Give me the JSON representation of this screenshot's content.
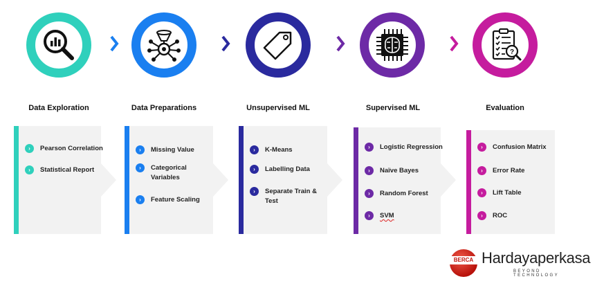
{
  "colors": {
    "teal": "#2fd0bc",
    "blue": "#1a7ff0",
    "navy": "#2a2a9e",
    "purple": "#6d2aa6",
    "magenta": "#c51c9e",
    "card_bg": "#f2f2f2"
  },
  "stages": [
    {
      "title": "Data Exploration",
      "icon": "magnifier-chart-icon",
      "color": "#2fd0bc",
      "items": [
        "Pearson Correlation",
        "Statistical Report"
      ]
    },
    {
      "title": "Data Preparations",
      "icon": "funnel-gear-icon",
      "color": "#1a7ff0",
      "items": [
        "Missing Value",
        "Categorical Variables",
        "Feature Scaling"
      ]
    },
    {
      "title": "Unsupervised ML",
      "icon": "tag-icon",
      "color": "#2a2a9e",
      "items": [
        "K-Means",
        "Labelling Data",
        "Separate Train & Test"
      ]
    },
    {
      "title": "Supervised ML",
      "icon": "chip-brain-icon",
      "color": "#6d2aa6",
      "items": [
        "Logistic Regression",
        "Naïve Bayes",
        "Random Forest",
        "SVM"
      ]
    },
    {
      "title": "Evaluation",
      "icon": "clipboard-check-icon",
      "color": "#c51c9e",
      "items": [
        "Confusion Matrix",
        "Error Rate",
        "Lift Table",
        "ROC"
      ]
    }
  ],
  "bullet_glyph": "›",
  "arrow_glyph": "chevron-right-icon",
  "logo": {
    "badge": "BERCA",
    "brand": "Hardayaperkasa",
    "tagline": "BEYOND TECHNOLOGY"
  }
}
